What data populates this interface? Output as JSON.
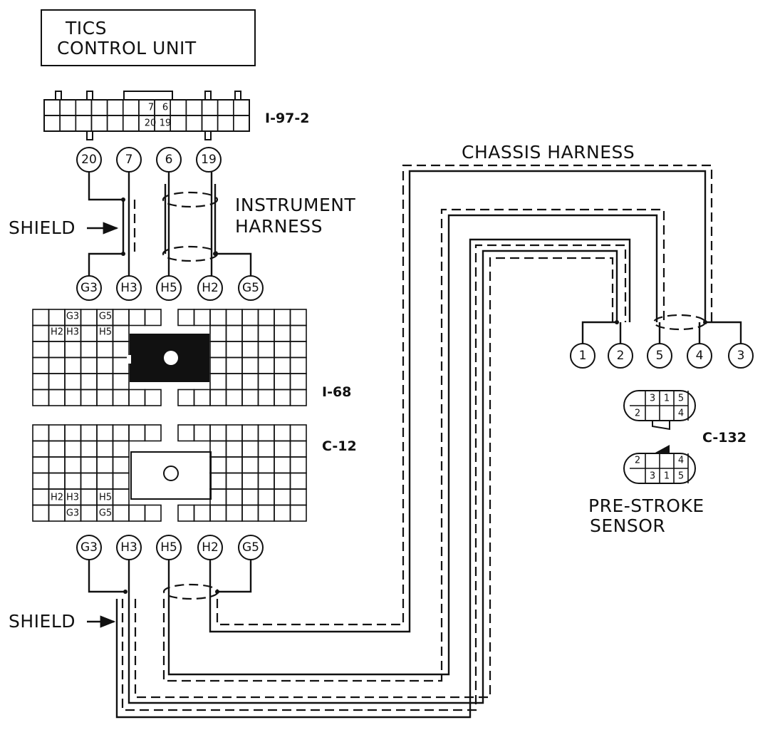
{
  "title": {
    "line1": "TICS",
    "line2": "CONTROL UNIT"
  },
  "labels": {
    "instrument_harness_1": "INSTRUMENT",
    "instrument_harness_2": "HARNESS",
    "chassis_harness": "CHASSIS HARNESS",
    "shield_top": "SHIELD",
    "shield_bottom": "SHIELD",
    "sensor_1": "PRE-STROKE",
    "sensor_2": "SENSOR"
  },
  "connector_ids": {
    "ecu": "I-97-2",
    "i68": "I-68",
    "c12": "C-12",
    "c132": "C-132"
  },
  "ecu_cells": {
    "r1a": "7",
    "r1b": "6",
    "r2a": "20",
    "r2b": "19"
  },
  "ecu_pins": [
    "20",
    "7",
    "6",
    "19"
  ],
  "i68_pins": [
    "G3",
    "H3",
    "H5",
    "H2",
    "G5"
  ],
  "i68_cells": {
    "a": "G3",
    "b": "G5",
    "c": "H2",
    "d": "H3",
    "e": "H5"
  },
  "c12_cells": {
    "a": "H2",
    "b": "H3",
    "c": "H5",
    "d": "G3",
    "e": "G5"
  },
  "c12_pins": [
    "G3",
    "H3",
    "H5",
    "H2",
    "G5"
  ],
  "sensor_pins": [
    "1",
    "2",
    "5",
    "4",
    "3"
  ],
  "c132_top_cells": {
    "a": "3",
    "b": "1",
    "c": "5",
    "d": "2",
    "e": "4"
  },
  "c132_bot_cells": {
    "a": "2",
    "b": "4",
    "c": "3",
    "d": "1",
    "e": "5"
  }
}
